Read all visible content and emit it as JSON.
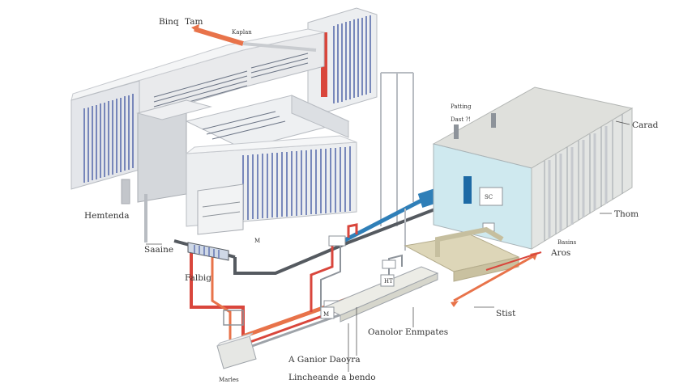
{
  "colors": {
    "hot_pipe": "#e8734a",
    "red_pipe": "#d9463c",
    "blue_pipe": "#2f7fb8",
    "dark_pipe": "#555a60",
    "panel": "#e9eaec",
    "panel_edge": "#b8bcc2",
    "fin": "#5c6fae",
    "box_top": "#dfe0dc",
    "box_front": "#cfe9ef",
    "box_side": "#e3e5e3",
    "duct": "#ddd6b8"
  },
  "labels": {
    "top_left_a": "Binq",
    "top_left_b": "Tam",
    "top_pipe": "Kaplan",
    "left_mid": "Hemtenda",
    "left_bottom": "Saaine",
    "pipe_left": "Falbig",
    "box_top_a": "Patting",
    "box_top_b": "Dast ?!",
    "box_right_top": "Carad",
    "box_right_mid": "Thom",
    "arrow_a": "Basins",
    "arrow_b": "Aros",
    "bottom_right": "Stist",
    "bottom_mid": "Oanolor Enmpates",
    "bottom_a": "A Ganior Daoyra",
    "bottom_b": "Lincheande a bendo",
    "base_small": "Marles",
    "tag_a": "HT",
    "tag_b": "M",
    "box_tag": "SC",
    "tiny_a": "M"
  }
}
